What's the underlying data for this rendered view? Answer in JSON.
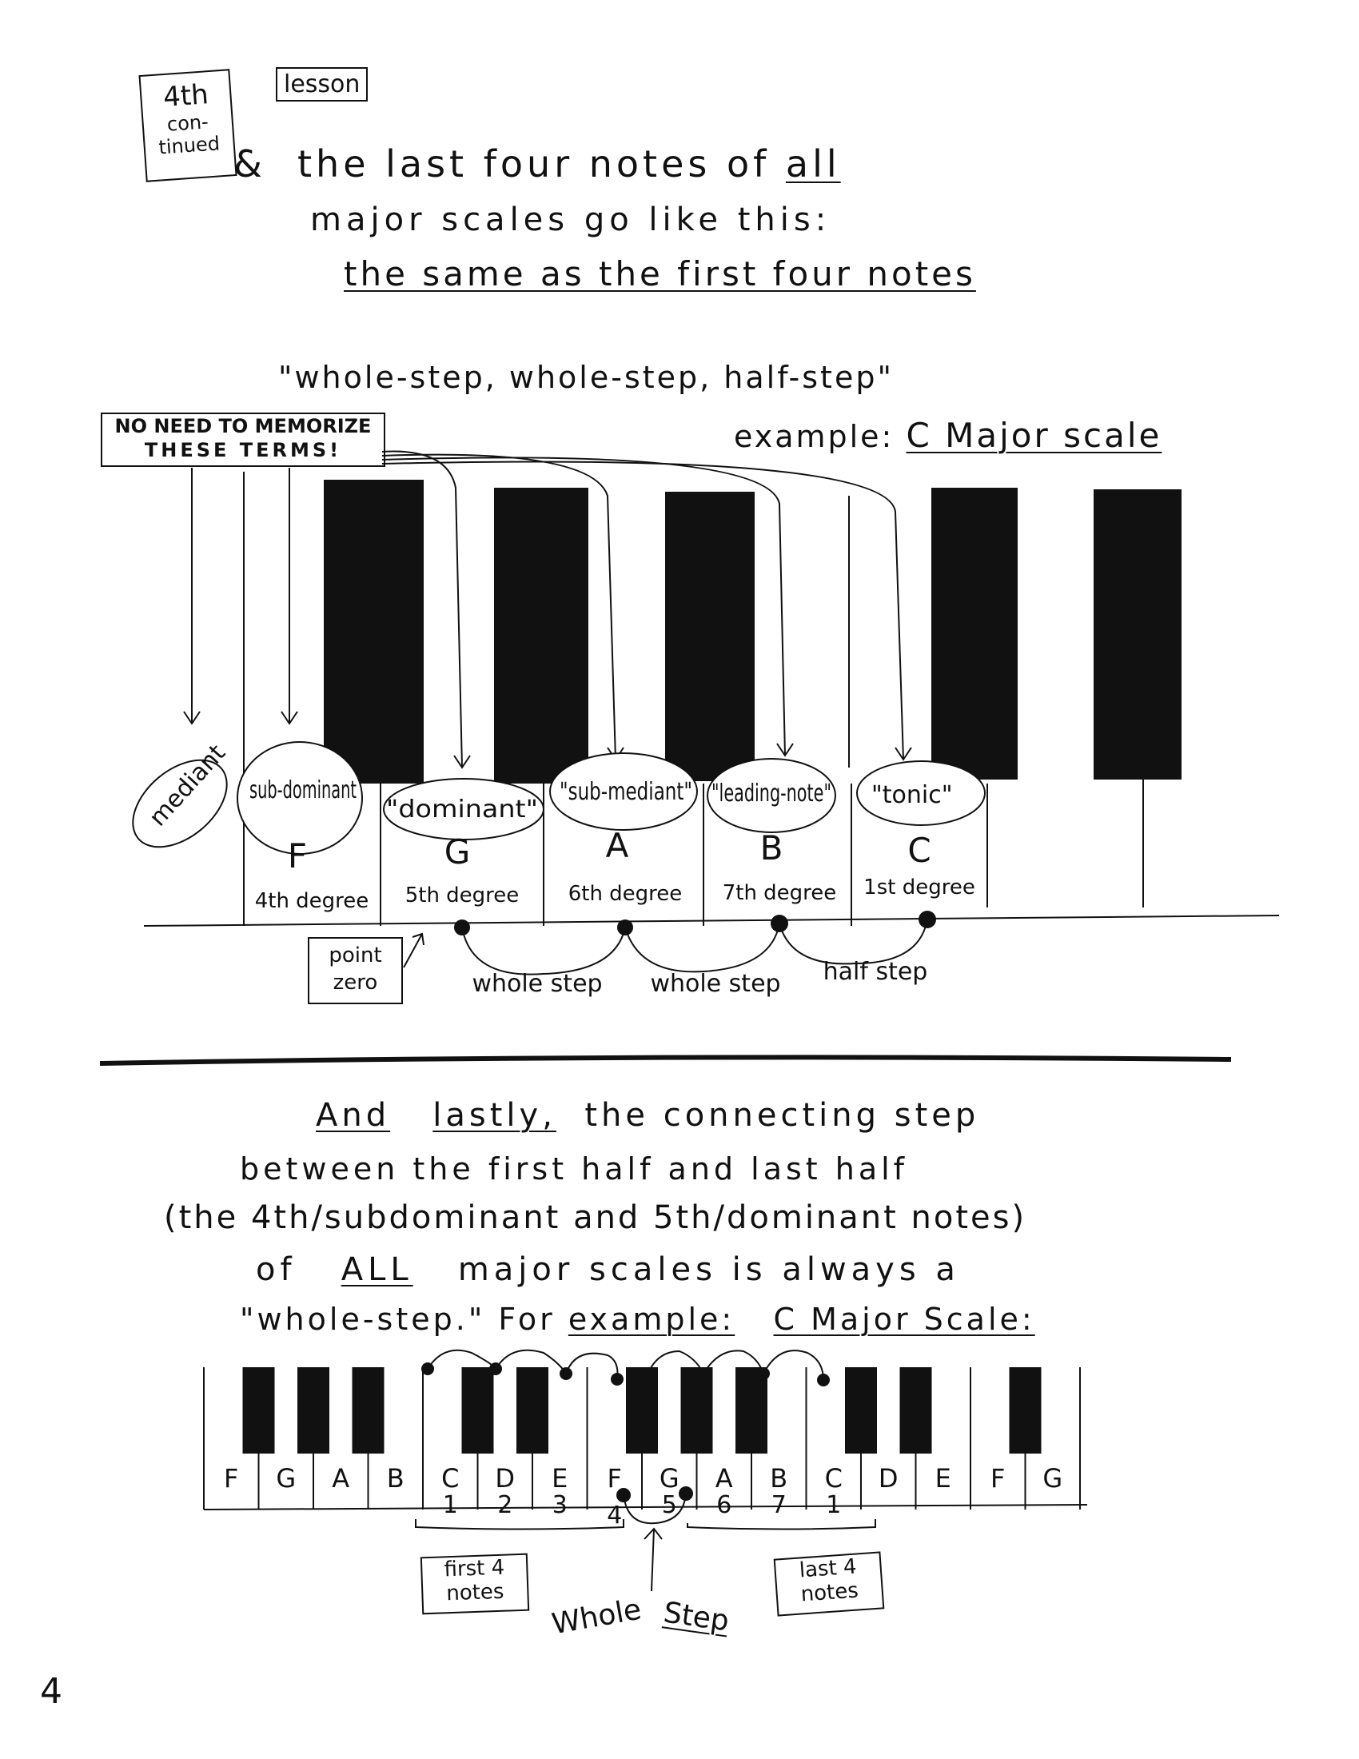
{
  "header": {
    "badge_line1": "4th",
    "badge_line2": "con-",
    "badge_line3": "tinued",
    "lesson_tag": "lesson",
    "ampersand": "&",
    "line1_pre": "the last four notes of ",
    "line1_em": "all",
    "line2": "major scales go like this:",
    "line3": "the same as the first four notes",
    "pattern": "\"whole-step, whole-step, half-step\"",
    "example_label": "example:",
    "example_value": "C Major scale"
  },
  "note_box": {
    "line1": "NO NEED TO MEMORIZE",
    "line2": "THESE TERMS!"
  },
  "top_keyboard": {
    "degrees": [
      {
        "term": "mediant",
        "note": "",
        "degree": ""
      },
      {
        "term": "sub-dominant",
        "note": "F",
        "degree": "4th degree"
      },
      {
        "term": "\"dominant\"",
        "note": "G",
        "degree": "5th degree"
      },
      {
        "term": "\"sub-mediant\"",
        "note": "A",
        "degree": "6th degree"
      },
      {
        "term": "\"leading-note\"",
        "note": "B",
        "degree": "7th degree"
      },
      {
        "term": "\"tonic\"",
        "note": "C",
        "degree": "1st degree"
      }
    ],
    "point_zero": "point zero",
    "steps": [
      "whole step",
      "whole step",
      "half step"
    ]
  },
  "lower_text": {
    "line1_a": "And",
    "line1_b": "lastly,",
    "line1_c": "the connecting step",
    "line2": "between the first half and last half",
    "line3": "(the 4th/subdominant and 5th/dominant notes)",
    "line4_a": "of",
    "line4_b": "ALL",
    "line4_c": "major scales is always a",
    "line5_a": "\"whole-step.\" For",
    "line5_b": "example:",
    "line5_c": "C Major Scale:"
  },
  "bottom_keyboard": {
    "keys": [
      "F",
      "G",
      "A",
      "B",
      "C",
      "D",
      "E",
      "F",
      "G",
      "A",
      "B",
      "C",
      "D",
      "E",
      "F",
      "G"
    ],
    "numbers": [
      "1",
      "2",
      "3",
      "4",
      "5",
      "6",
      "7",
      "1"
    ],
    "first_box": "first 4 notes",
    "last_box": "last 4 notes",
    "whole_label": "Whole",
    "step_label": "Step"
  },
  "page_number": "4"
}
